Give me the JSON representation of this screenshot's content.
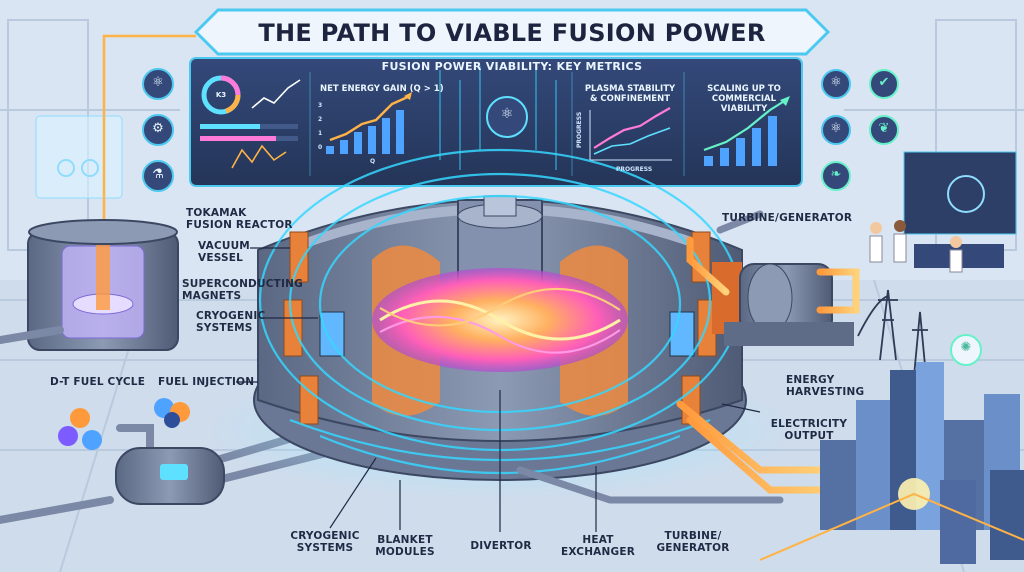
{
  "title": "THE PATH TO VIABLE FUSION POWER",
  "subtitle": "FUSION POWER VIABILITY: KEY METRICS",
  "metrics": {
    "gauge_value": "K3",
    "net_energy": "NET ENERGY GAIN (Q > 1)",
    "q_axis": "Q",
    "y_ticks": [
      "3",
      "2",
      "1",
      "0"
    ],
    "plasma_line1": "PLASMA STABILITY",
    "plasma_line2": "& CONFINEMENT",
    "plasma_y_axis": "PROGRESS",
    "plasma_x_axis": "PROGRESS",
    "scaling_line1": "SCALING UP TO",
    "scaling_line2": "COMMERCIAL VIABILITY"
  },
  "labels": {
    "tokamak_line1": "TOKAMAK",
    "tokamak_line2": "FUSION REACTOR",
    "vacuum_line1": "VACUUM",
    "vacuum_line2": "VESSEL",
    "magnets_line1": "SUPERCONDUCTING",
    "magnets_line2": "MAGNETS",
    "cryo_line1": "CRYOGENIC",
    "cryo_line2": "SYSTEMS",
    "dt_fuel": "D-T FUEL CYCLE",
    "fuel_injection": "FUEL INJECTION",
    "cryo_bottom_line1": "CRYOGENIC",
    "cryo_bottom_line2": "SYSTEMS",
    "blanket_line1": "BLANKET",
    "blanket_line2": "MODULES",
    "divertor": "DIVERTOR",
    "heat_line1": "HEAT",
    "heat_line2": "EXCHANGER",
    "turbine_bottom_line1": "TURBINE/",
    "turbine_bottom_line2": "GENERATOR",
    "turbine_top": "TURBINE/GENERATOR",
    "energy_line1": "ENERGY",
    "energy_line2": "HARVESTING",
    "electricity_line1": "ELECTRICITY",
    "electricity_line2": "OUTPUT"
  },
  "colors": {
    "plasma_pink": "#ff5fd0",
    "plasma_orange": "#ffb347",
    "field_cyan": "#35d7ff",
    "panel_navy": "#2d3f66",
    "steel": "#6f7e9a",
    "accent_orange": "#e8823a"
  },
  "icons": [
    "atom-icon",
    "gear-icon",
    "flask-icon",
    "check-shield-icon",
    "atom-icon",
    "leaf-hand-icon",
    "leaf-icon",
    "lightbulb-icon"
  ]
}
